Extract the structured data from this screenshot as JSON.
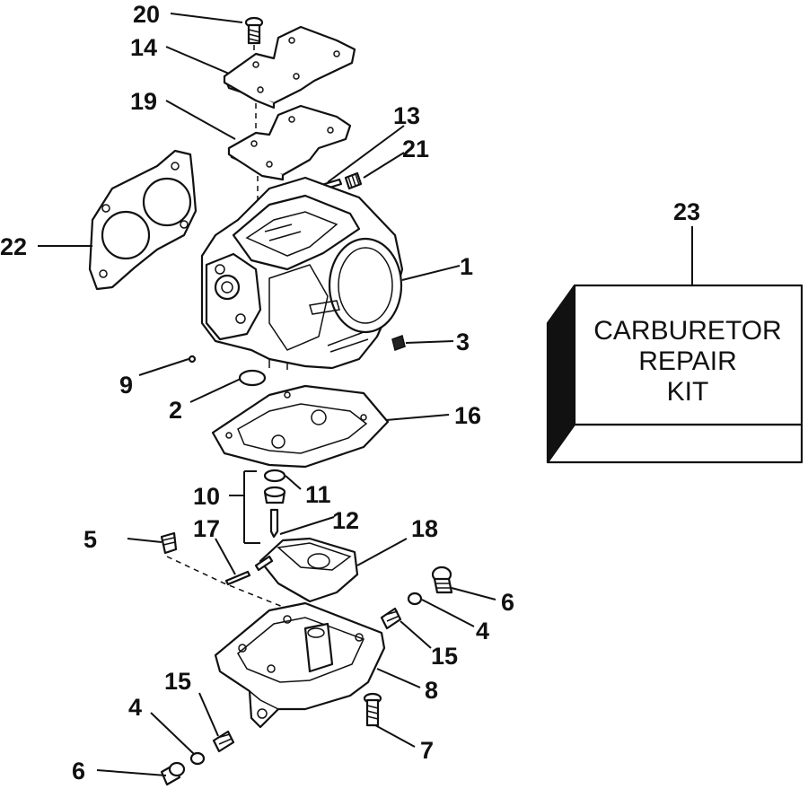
{
  "diagram": {
    "callouts": [
      {
        "id": "20",
        "text": "20"
      },
      {
        "id": "14",
        "text": "14"
      },
      {
        "id": "19",
        "text": "19"
      },
      {
        "id": "13",
        "text": "13"
      },
      {
        "id": "21",
        "text": "21"
      },
      {
        "id": "22",
        "text": "22"
      },
      {
        "id": "1",
        "text": "1"
      },
      {
        "id": "3",
        "text": "3"
      },
      {
        "id": "9",
        "text": "9"
      },
      {
        "id": "2",
        "text": "2"
      },
      {
        "id": "16",
        "text": "16"
      },
      {
        "id": "10",
        "text": "10"
      },
      {
        "id": "11",
        "text": "11"
      },
      {
        "id": "12",
        "text": "12"
      },
      {
        "id": "5",
        "text": "5"
      },
      {
        "id": "17",
        "text": "17"
      },
      {
        "id": "18",
        "text": "18"
      },
      {
        "id": "6a",
        "text": "6"
      },
      {
        "id": "4a",
        "text": "4"
      },
      {
        "id": "15a",
        "text": "15"
      },
      {
        "id": "8",
        "text": "8"
      },
      {
        "id": "15b",
        "text": "15"
      },
      {
        "id": "4b",
        "text": "4"
      },
      {
        "id": "7",
        "text": "7"
      },
      {
        "id": "6b",
        "text": "6"
      },
      {
        "id": "23",
        "text": "23"
      }
    ],
    "kit": {
      "line1": "CARBURETOR",
      "line2": "REPAIR",
      "line3": "KIT"
    }
  }
}
